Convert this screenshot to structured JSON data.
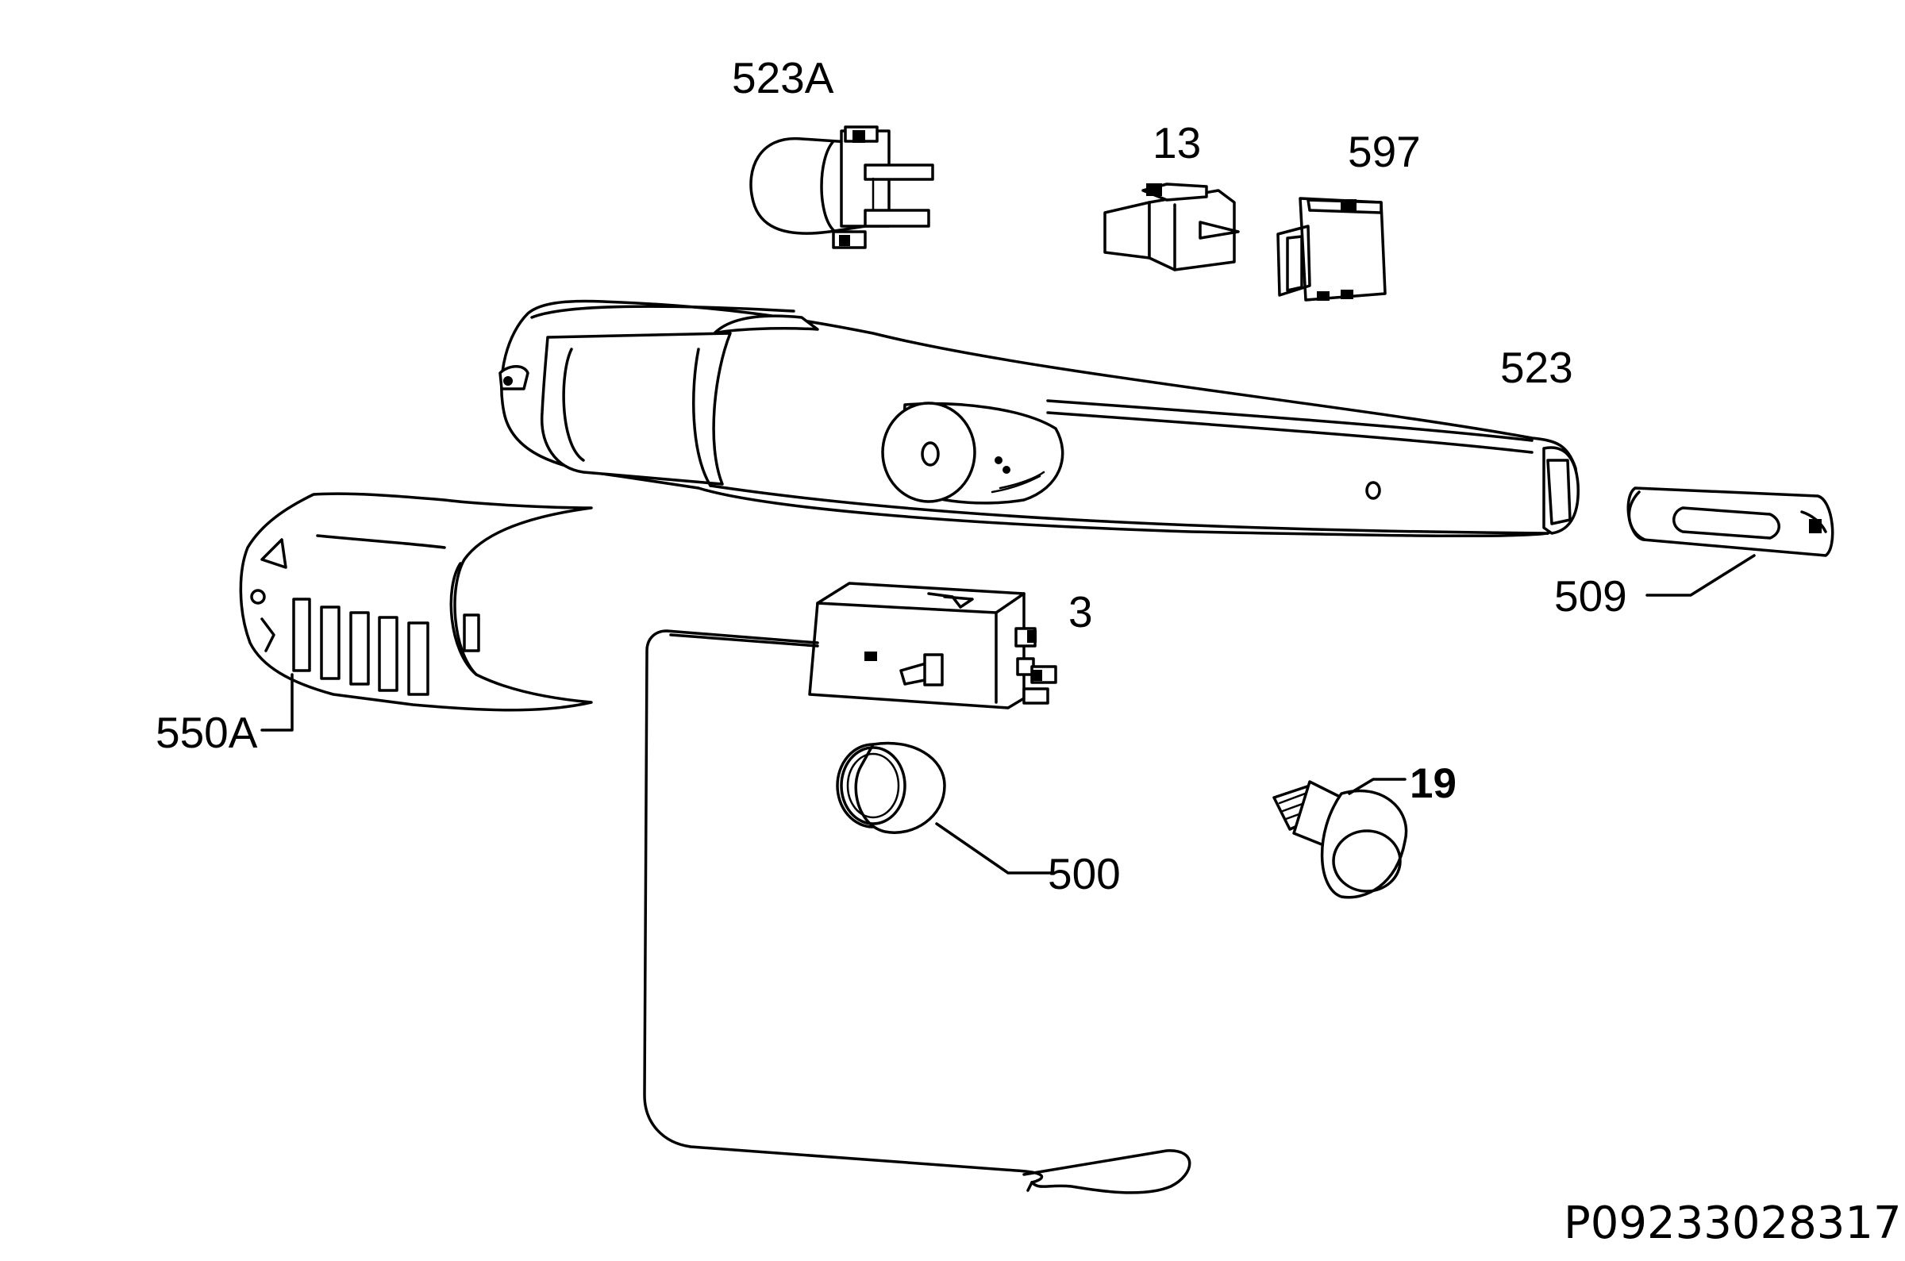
{
  "labels": {
    "p523A": "523A",
    "p13": "13",
    "p597": "597",
    "p523": "523",
    "p509": "509",
    "p3": "3",
    "p550A": "550A",
    "p19": "19",
    "p500": "500"
  },
  "drawing_code": "P09233028317"
}
